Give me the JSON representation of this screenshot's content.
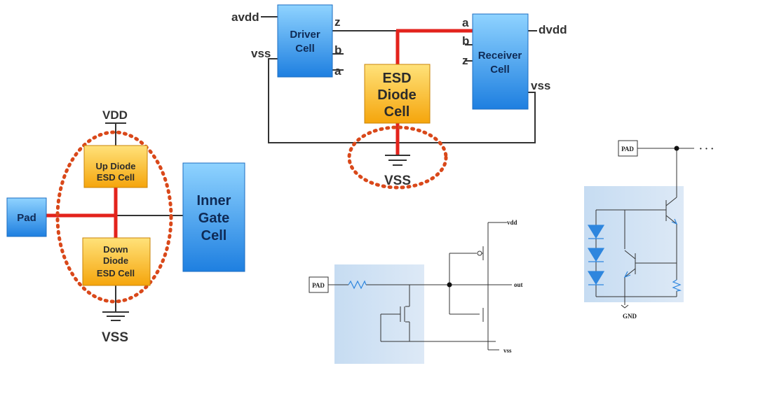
{
  "colors": {
    "blue_top": "#8fd3ff",
    "blue_bottom": "#1e7fe0",
    "gold_top": "#ffe27a",
    "gold_bottom": "#f5a50c",
    "red_wire": "#e3231c",
    "black_wire": "#333333",
    "dotted_outline": "#d9481a",
    "highlight": "#c8dcf0",
    "diode_blue": "#2e86de"
  },
  "top_circuit": {
    "driver_cell": {
      "line1": "Driver",
      "line2": "Cell"
    },
    "receiver_cell": {
      "line1": "Receiver",
      "line2": "Cell"
    },
    "esd_cell": {
      "line1": "ESD",
      "line2": "Diode",
      "line3": "Cell"
    },
    "driver_pins": {
      "avdd": "avdd",
      "vss": "vss",
      "z": "z",
      "b": "b",
      "a": "a"
    },
    "receiver_pins": {
      "a": "a",
      "b": "b",
      "z": "z",
      "dvdd": "dvdd",
      "vss": "vss"
    },
    "ground_label": "VSS"
  },
  "left_circuit": {
    "pad_label": "Pad",
    "up_diode": {
      "line1": "Up Diode",
      "line2": "ESD Cell"
    },
    "down_diode": {
      "line1": "Down",
      "line2": "Diode",
      "line3": "ESD Cell"
    },
    "inner_gate": {
      "line1": "Inner",
      "line2": "Gate",
      "line3": "Cell"
    },
    "vdd_label": "VDD",
    "vss_label": "VSS"
  },
  "middle_schematic": {
    "pad_label": "PAD",
    "vdd_label": "vdd",
    "out_label": "out",
    "vss_label": "vss"
  },
  "right_schematic": {
    "pad_label": "PAD",
    "ellipsis": "· · ·",
    "gnd_label": "GND"
  }
}
